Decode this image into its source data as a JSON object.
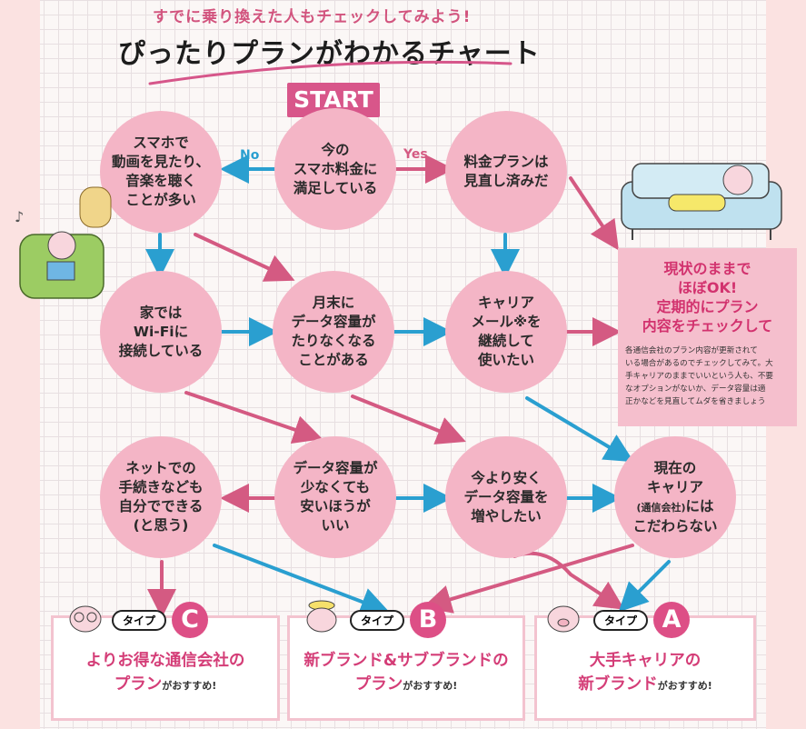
{
  "header": {
    "subtitle": "すでに乗り換えた人もチェックしてみよう!",
    "title": "ぴったりプランがわかるチャート"
  },
  "start_label": "START",
  "labels": {
    "no": "No",
    "yes": "Yes"
  },
  "nodes": {
    "q_satisfied": "今の\nスマホ料金に\n満足している",
    "q_streaming": "スマホで\n動画を見たり、\n音楽を聴く\nことが多い",
    "q_reviewed": "料金プランは\n見直し済みだ",
    "q_wifi": "家では\nWi-Fiに\n接続している",
    "q_data_short": "月末に\nデータ容量が\nたりなくなる\nことがある",
    "q_carrier_mail": "キャリア\nメール※を\n継続して\n使いたい",
    "q_online": "ネットでの\n手続きなども\n自分でできる\n(と思う)",
    "q_cheap": "データ容量が\n少なくても\n安いほうが\nいい",
    "q_more_data": "今より安く\nデータ容量を\n増やしたい",
    "q_carrier_any_1": "現在の\nキャリア",
    "q_carrier_any_2": "(通信会社)",
    "q_carrier_any_3": "には\nこだわらない"
  },
  "result_keep": {
    "heading": "現状のままで\nほぼOK!\n定期的にプラン\n内容をチェックして",
    "body": "各通信会社のプラン内容が更新されて\nいる場合があるのでチェックしてみて。大\n手キャリアのままでいいという人も、不要\nなオプションがないか、データ容量は適\n正かなどを見直してムダを省きましょう"
  },
  "types": {
    "pill": "タイプ",
    "c": {
      "letter": "C",
      "line1": "よりお得な通信会社の",
      "line2": "プラン",
      "suffix": "がおすすめ!"
    },
    "b": {
      "letter": "B",
      "line1": "新ブランド&サブブランドの",
      "line2": "プラン",
      "suffix": "がおすすめ!"
    },
    "a": {
      "letter": "A",
      "line1": "大手キャリアの",
      "line2": "新ブランド",
      "suffix": "がおすすめ!"
    }
  },
  "colors": {
    "pink_arrow": "#d45a82",
    "blue_arrow": "#2a9fd0",
    "node": "#f4b5c6",
    "accent": "#d8568a"
  }
}
